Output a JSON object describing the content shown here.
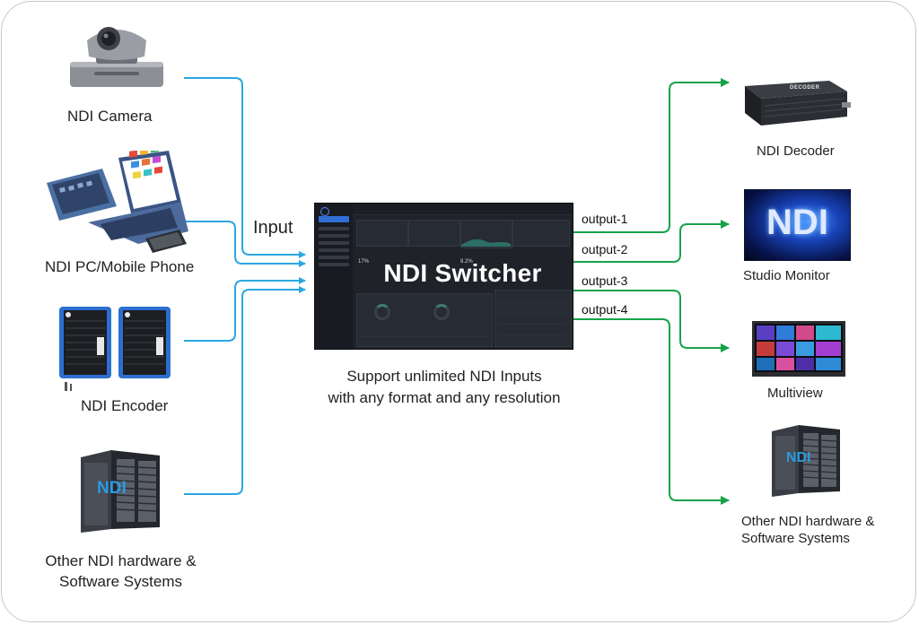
{
  "inputs": {
    "heading": "Input",
    "camera": "NDI Camera",
    "pc": "NDI PC/Mobile Phone",
    "encoder": "NDI Encoder",
    "hardware_line1": "Other NDI hardware &",
    "hardware_line2": "Software Systems"
  },
  "switcher": {
    "title": "NDI Switcher",
    "stat_a": "17%",
    "stat_b": "8.2%"
  },
  "support": {
    "line1": "Support unlimited NDI Inputs",
    "line2": "with any format and any resolution"
  },
  "outputs": {
    "o1": "output-1",
    "o2": "output-2",
    "o3": "output-3",
    "o4": "output-4",
    "decoder": "NDI Decoder",
    "monitor": "Studio Monitor",
    "multiview": "Multiview",
    "hardware_line1": "Other NDI hardware &",
    "hardware_line2": "Software Systems"
  },
  "device_text": {
    "ndi_logo": "NDI",
    "decoder_brand": "DECODER"
  },
  "colors": {
    "input_line": "#2aa7e0",
    "output_line": "#17a24a",
    "switcher_bg": "#1f2229"
  }
}
